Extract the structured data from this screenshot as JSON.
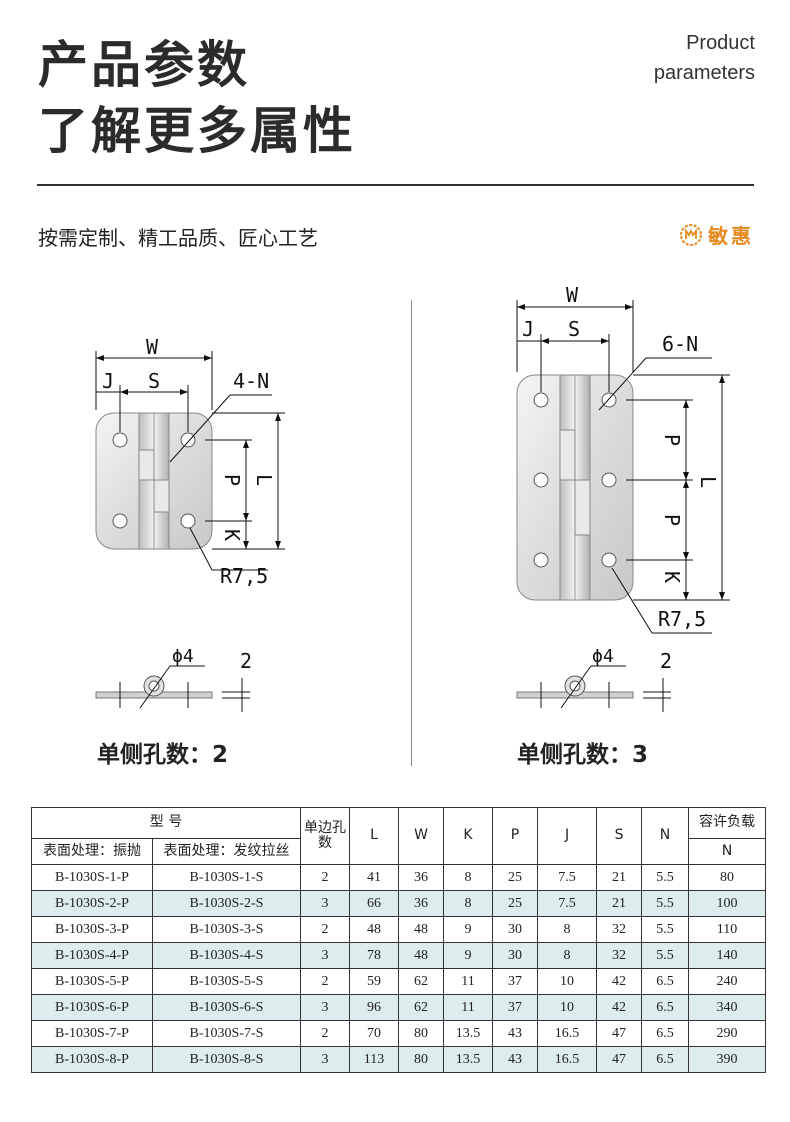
{
  "header": {
    "title_line1": "产品参数",
    "title_line2": "了解更多属性",
    "en_line1": "Product",
    "en_line2": "parameters"
  },
  "slogan": "按需定制、精工品质、匠心工艺",
  "brand": {
    "name": "敏惠",
    "color": "#e68a1f",
    "icon": "brand-logo-icon"
  },
  "drawing_left": {
    "labels": {
      "W": "W",
      "J": "J",
      "S": "S",
      "N": "4-N",
      "P": "P",
      "L": "L",
      "K": "K",
      "R": "R7,5",
      "dia": "ϕ4",
      "thick": "2"
    },
    "caption": "单侧孔数：2"
  },
  "drawing_right": {
    "labels": {
      "W": "W",
      "J": "J",
      "S": "S",
      "N": "6-N",
      "P1": "P",
      "P2": "P",
      "L": "L",
      "K": "K",
      "R": "R7,5",
      "dia": "ϕ4",
      "thick": "2"
    },
    "caption": "单侧孔数：3"
  },
  "table": {
    "model_header": "型 号",
    "sub_header_1": "表面处理：振抛",
    "sub_header_2": "表面处理：发纹拉丝",
    "holes_header": "单边孔数",
    "cols": [
      "L",
      "W",
      "K",
      "P",
      "J",
      "S",
      "N"
    ],
    "load_header": "容许负载",
    "load_unit": "N",
    "rows": [
      [
        "B-1030S-1-P",
        "B-1030S-1-S",
        "2",
        "41",
        "36",
        "8",
        "25",
        "7.5",
        "21",
        "5.5",
        "80"
      ],
      [
        "B-1030S-2-P",
        "B-1030S-2-S",
        "3",
        "66",
        "36",
        "8",
        "25",
        "7.5",
        "21",
        "5.5",
        "100"
      ],
      [
        "B-1030S-3-P",
        "B-1030S-3-S",
        "2",
        "48",
        "48",
        "9",
        "30",
        "8",
        "32",
        "5.5",
        "110"
      ],
      [
        "B-1030S-4-P",
        "B-1030S-4-S",
        "3",
        "78",
        "48",
        "9",
        "30",
        "8",
        "32",
        "5.5",
        "140"
      ],
      [
        "B-1030S-5-P",
        "B-1030S-5-S",
        "2",
        "59",
        "62",
        "11",
        "37",
        "10",
        "42",
        "6.5",
        "240"
      ],
      [
        "B-1030S-6-P",
        "B-1030S-6-S",
        "3",
        "96",
        "62",
        "11",
        "37",
        "10",
        "42",
        "6.5",
        "340"
      ],
      [
        "B-1030S-7-P",
        "B-1030S-7-S",
        "2",
        "70",
        "80",
        "13.5",
        "43",
        "16.5",
        "47",
        "6.5",
        "290"
      ],
      [
        "B-1030S-8-P",
        "B-1030S-8-S",
        "3",
        "113",
        "80",
        "13.5",
        "43",
        "16.5",
        "47",
        "6.5",
        "390"
      ]
    ]
  }
}
